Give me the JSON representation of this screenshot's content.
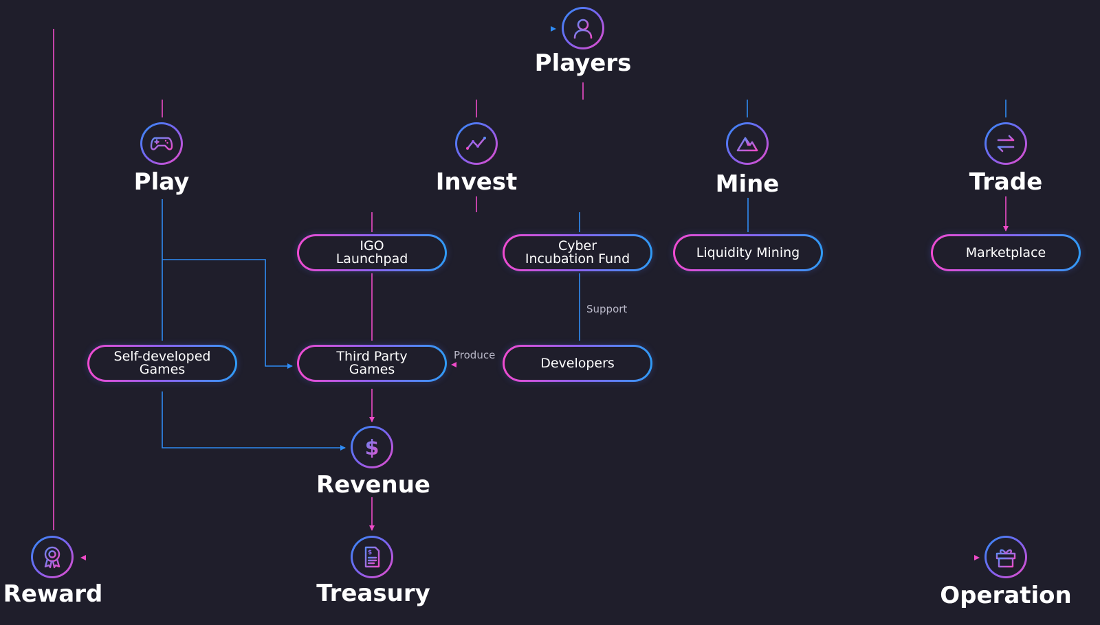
{
  "colors": {
    "background": "#1f1e2b",
    "pink": "#ee4bc8",
    "blue": "#2f8cf5",
    "purple": "#7b63ef"
  },
  "nodes": {
    "players": {
      "label": "Players",
      "icon": "user-icon"
    },
    "play": {
      "label": "Play",
      "icon": "gamepad-icon"
    },
    "invest": {
      "label": "Invest",
      "icon": "chart-line-icon"
    },
    "mine": {
      "label": "Mine",
      "icon": "mountain-icon"
    },
    "trade": {
      "label": "Trade",
      "icon": "swap-arrows-icon"
    },
    "revenue": {
      "label": "Revenue",
      "icon": "dollar-icon"
    },
    "treasury": {
      "label": "Treasury",
      "icon": "document-icon"
    },
    "reward": {
      "label": "Reward",
      "icon": "award-ribbon-icon"
    },
    "operation": {
      "label": "Operation",
      "icon": "gift-icon"
    }
  },
  "boxes": {
    "igo": [
      "IGO",
      "Launchpad"
    ],
    "cyber": [
      "Cyber",
      "Incubation Fund"
    ],
    "liquidity": [
      "Liquidity Mining"
    ],
    "marketplace": [
      "Marketplace"
    ],
    "self_dev": [
      "Self-developed",
      "Games"
    ],
    "third_party": [
      "Third Party",
      "Games"
    ],
    "developers": [
      "Developers"
    ]
  },
  "edge_labels": {
    "support": "Support",
    "produce": "Produce"
  }
}
